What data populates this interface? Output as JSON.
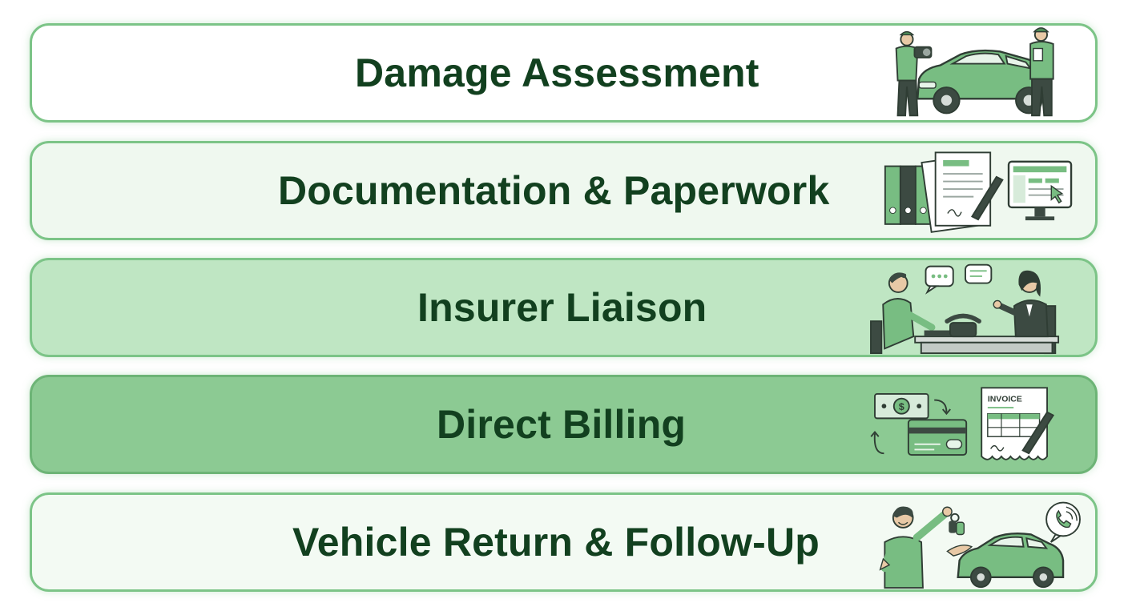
{
  "steps": [
    {
      "id": "damage-assessment",
      "label": "Damage Assessment",
      "icon": "mechanics-inspecting-car"
    },
    {
      "id": "documentation",
      "label": "Documentation & Paperwork",
      "icon": "binders-documents-computer"
    },
    {
      "id": "insurer-liaison",
      "label": "Insurer Liaison",
      "icon": "customer-meeting-agent"
    },
    {
      "id": "direct-billing",
      "label": "Direct Billing",
      "icon": "payment-invoice",
      "invoice_text": "INVOICE"
    },
    {
      "id": "vehicle-return",
      "label": "Vehicle Return & Follow-Up",
      "icon": "keys-car-phone"
    }
  ],
  "colors": {
    "border": "#7cc487",
    "text": "#12401f",
    "band_1": "#ffffff",
    "band_2": "#eff8ef",
    "band_3": "#bfe6c3",
    "band_4": "#8cca93",
    "band_5": "#f3faf3",
    "illustration_green": "#6fb879",
    "illustration_dark": "#3c4a42"
  }
}
